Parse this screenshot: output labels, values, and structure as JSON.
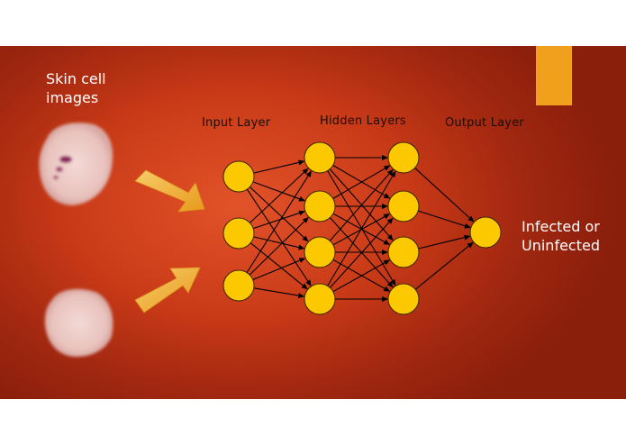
{
  "caption_left": [
    "Skin cell",
    "images"
  ],
  "caption_right": [
    "Infected or",
    "Uninfected"
  ],
  "layers": {
    "input": "Input Layer",
    "hidden": "Hidden Layers",
    "output": "Output Layer"
  },
  "network": {
    "layer_sizes": [
      3,
      4,
      4,
      1
    ]
  },
  "colors": {
    "background": "#c93a17",
    "node_fill": "#fcc800",
    "accent": "#f0a01d",
    "arrow": "#f2b43c"
  }
}
